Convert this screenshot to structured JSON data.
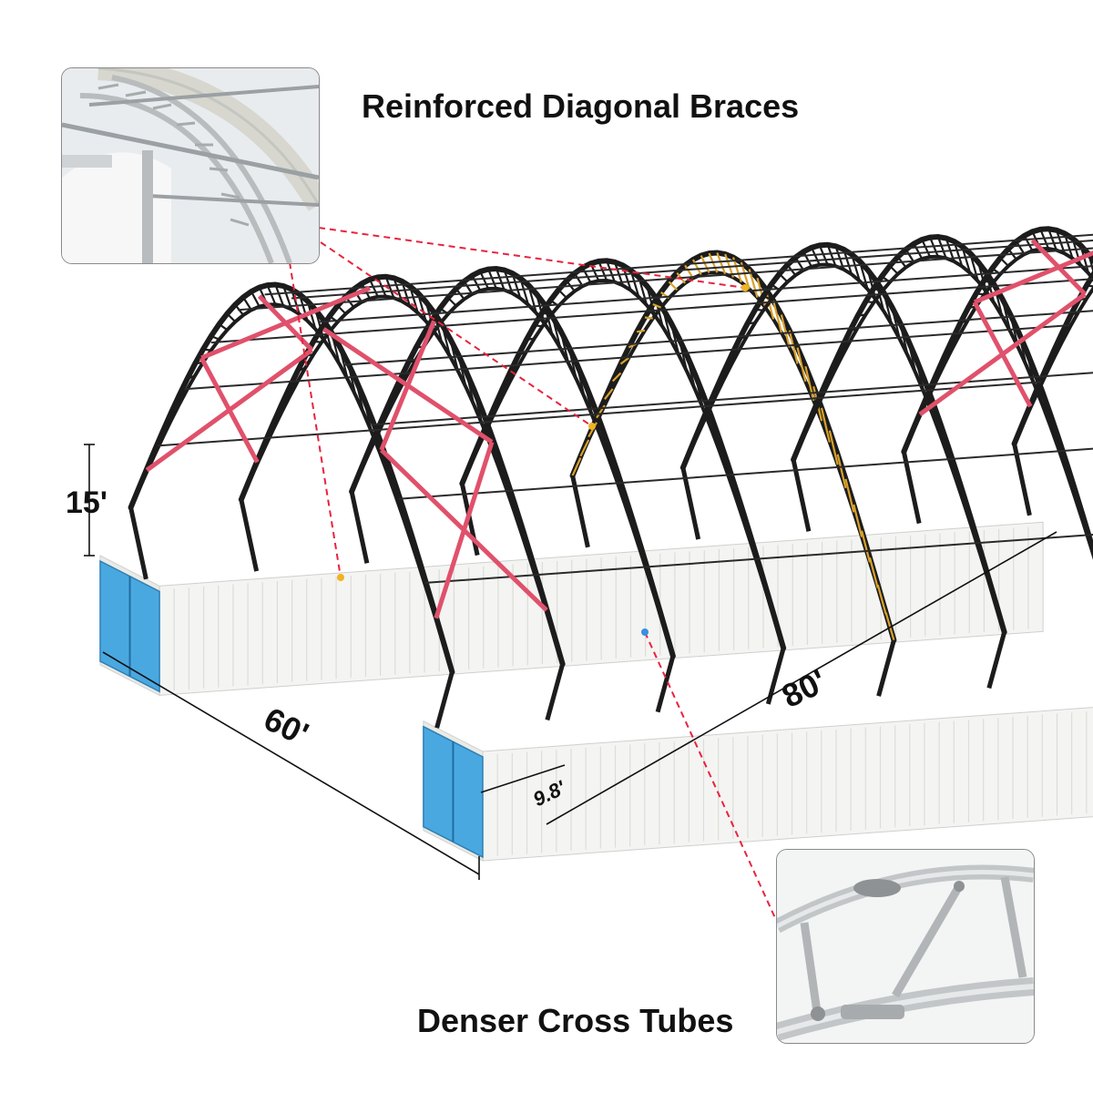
{
  "callouts": {
    "braces_title": "Reinforced Diagonal Braces",
    "tubes_title": "Denser Cross Tubes"
  },
  "dimensions": {
    "height": "15'",
    "width": "60'",
    "length": "80'",
    "container_width": "9.8'"
  },
  "colors": {
    "truss": "#1c1c1c",
    "brace": "#e0516b",
    "highlight_truss": "#d8a12a",
    "leader": "#e8233f",
    "container": "#f4f4f2",
    "container_door": "#4aa8e0"
  },
  "icons": {
    "braces_detail": "brace-detail-photo",
    "tubes_detail": "tube-detail-photo"
  }
}
